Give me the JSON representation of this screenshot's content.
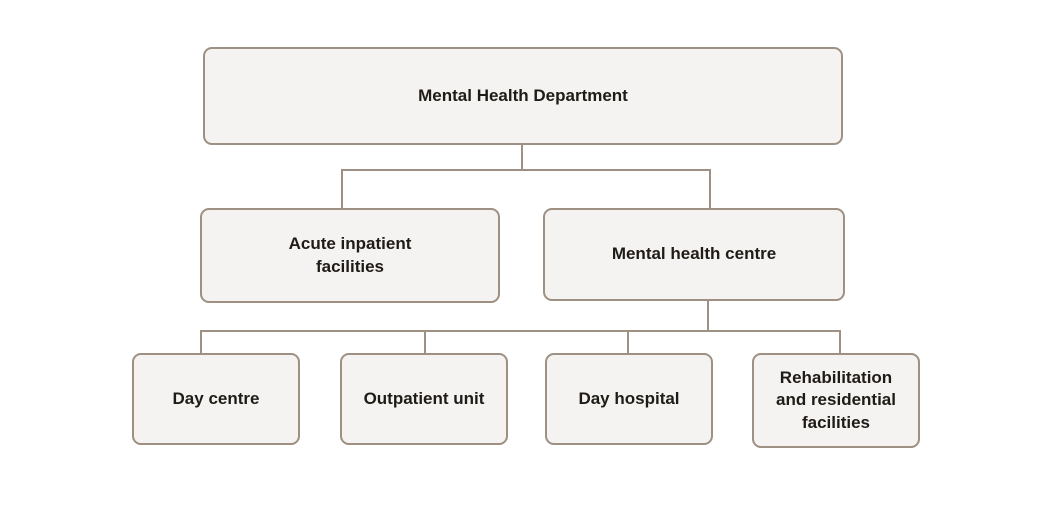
{
  "org_chart": {
    "type": "org-hierarchy",
    "root": {
      "label": "Mental Health Department"
    },
    "children": [
      {
        "label": "Acute inpatient facilities"
      },
      {
        "label": "Mental health centre",
        "children": [
          {
            "label": "Day centre"
          },
          {
            "label": "Outpatient unit"
          },
          {
            "label": "Day hospital"
          },
          {
            "label": "Rehabilitation and residential facilities"
          }
        ]
      }
    ]
  },
  "colors": {
    "background": "#ffffff",
    "box_fill": "#f5f3f1",
    "box_border": "#9e9083",
    "connector": "#9e9083",
    "text": "#1f1b16"
  }
}
